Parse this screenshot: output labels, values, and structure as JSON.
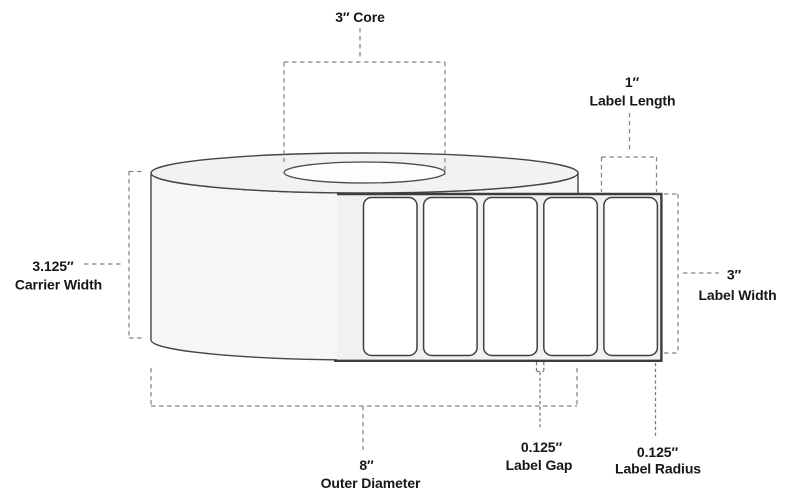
{
  "diagram": {
    "type": "label-roll-dimension-diagram",
    "description": "Cylindrical roll of rectangular labels with dimension callouts",
    "visible_label_count": 5,
    "colors": {
      "background": "#ffffff",
      "outline": "#454545",
      "roll_fill": "#f4f4f4",
      "label_fill": "#ffffff",
      "dashed_line": "#868686",
      "text": "#161616"
    },
    "annotations": {
      "core": {
        "text": "3″ Core",
        "value": "3″",
        "label": "Core"
      },
      "label_length": {
        "value": "1″",
        "label": "Label Length"
      },
      "carrier_width": {
        "value": "3.125″",
        "label": "Carrier Width"
      },
      "label_width": {
        "value": "3″",
        "label": "Label Width"
      },
      "outer_diameter": {
        "value": "8″",
        "label": "Outer Diameter"
      },
      "label_gap": {
        "value": "0.125″",
        "label": "Label Gap"
      },
      "label_radius": {
        "value": "0.125″",
        "label": "Label Radius"
      }
    }
  }
}
